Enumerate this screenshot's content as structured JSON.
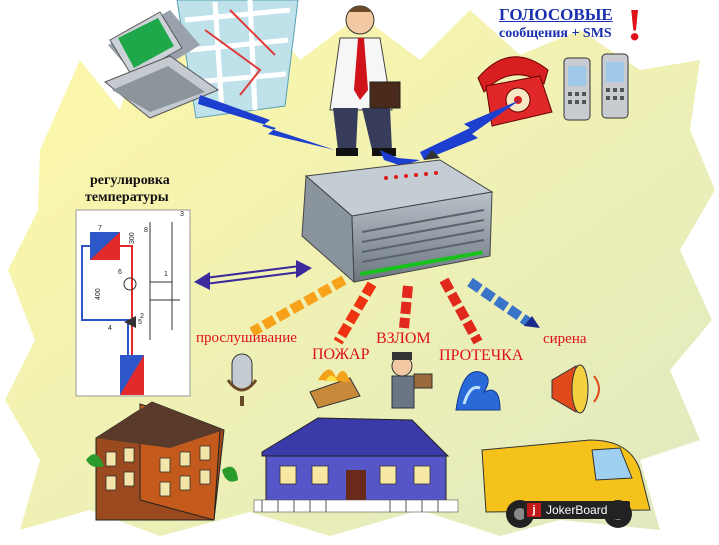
{
  "voice": {
    "title": "ГОЛОСОВЫЕ",
    "subtitle": "сообщения + SMS",
    "exclaim": "!"
  },
  "temperature": {
    "line1": "регулировка",
    "line2": "температуры",
    "schematic_labels": [
      "7",
      "6",
      "8",
      "5",
      "4",
      "3",
      "1",
      "2",
      "300",
      "400"
    ]
  },
  "events": [
    "прослушивание",
    "ПОЖАР",
    "ВЗЛОМ",
    "ПРОТЕЧКА",
    "сирена"
  ],
  "watermark": {
    "icon": "j",
    "text": "JokerBoard"
  },
  "colors": {
    "background": "#ffffff",
    "label_red": "#e0101a",
    "link_blue": "#1a2fb0",
    "device_gray": "#8c969e",
    "link_purple": "#3a2a9c"
  },
  "icons": [
    "computer-icon",
    "map-icon",
    "businessman-icon",
    "telephone-icon",
    "mobile-phone-icon",
    "controller-device-icon",
    "microphone-icon",
    "fire-icon",
    "burglar-icon",
    "water-leak-icon",
    "siren-icon",
    "apartment-building-icon",
    "house-icon",
    "security-van-icon"
  ]
}
